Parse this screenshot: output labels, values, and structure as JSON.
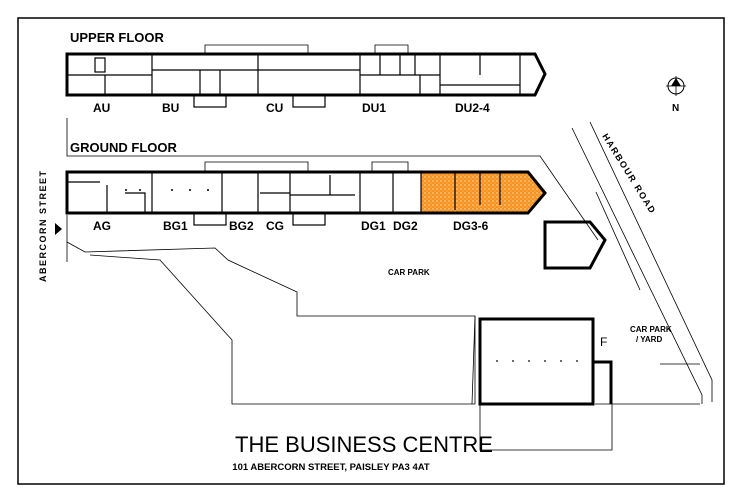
{
  "plan": {
    "upper_floor_heading": "UPPER FLOOR",
    "ground_floor_heading": "GROUND FLOOR",
    "upper_units": [
      "AU",
      "BU",
      "CU",
      "DU1",
      "DU2-4"
    ],
    "ground_units": [
      "AG",
      "BG1",
      "BG2",
      "CG",
      "DG1",
      "DG2",
      "DG3-6"
    ],
    "highlighted_unit": "DG3-6",
    "highlight_color": "#f7931e",
    "street_west": "ABERCORN STREET",
    "street_east": "HARBOUR ROAD",
    "car_park": "CAR PARK",
    "car_park_yard_1": "CAR PARK",
    "car_park_yard_2": "/ YARD",
    "unit_f": "F",
    "north": "N",
    "title": "THE BUSINESS CENTRE",
    "address": "101 ABERCORN STREET, PAISLEY PA3 4AT"
  }
}
